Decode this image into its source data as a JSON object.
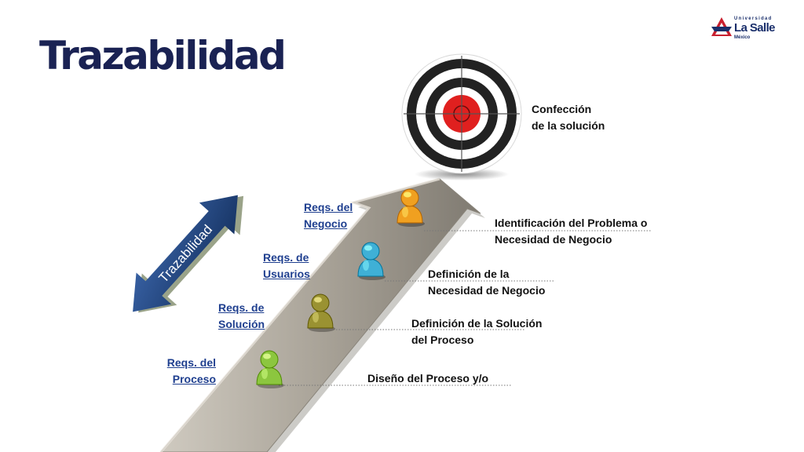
{
  "slide": {
    "title": "Trazabilidad"
  },
  "logo": {
    "top": "Universidad",
    "main": "La Salle",
    "sub": "México"
  },
  "target_label": {
    "line1": "Confección",
    "line2": "de la solución"
  },
  "double_arrow_label": "Trazabilidad",
  "stages": [
    {
      "req_line1": "Reqs. del",
      "req_line2": "Proceso",
      "desc_line1": "Diseño del Proceso y/o",
      "desc_line2": "",
      "figure_color": "#8cc63f"
    },
    {
      "req_line1": "Reqs. de",
      "req_line2": "Solución",
      "desc_line1": "Definición de la Solución",
      "desc_line2": "del Proceso",
      "figure_color": "#9a9232"
    },
    {
      "req_line1": "Reqs. de",
      "req_line2": "Usuarios",
      "desc_line1": "Definición de la",
      "desc_line2": "Necesidad de Negocio",
      "figure_color": "#3fb0d6"
    },
    {
      "req_line1": "Reqs. del",
      "req_line2": "Negocio",
      "desc_line1": "Identificación del Problema o",
      "desc_line2": "Necesidad de Negocio",
      "figure_color": "#f0a020"
    }
  ],
  "colors": {
    "title": "#1a2253",
    "req_link": "#1f3f8f",
    "double_arrow": "#1d3f7a",
    "target_red": "#e0201f",
    "road": "#a39e94"
  }
}
